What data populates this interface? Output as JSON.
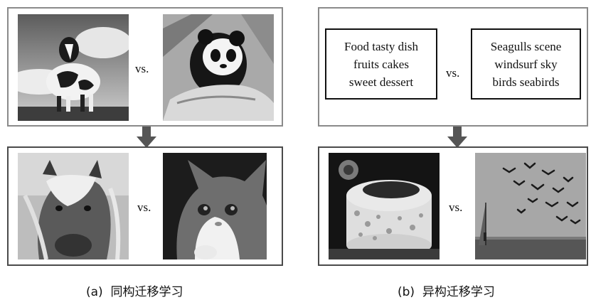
{
  "panel_a": {
    "vs_top": "vs.",
    "vs_bottom": "vs.",
    "caption_tag": "(a)",
    "caption_text": "同构迁移学习",
    "top_images": [
      "cow-photo",
      "panda-photo"
    ],
    "bottom_images": [
      "horse-photo",
      "kitten-photo"
    ]
  },
  "panel_b": {
    "source_left": [
      "Food tasty dish",
      "fruits cakes",
      "sweet dessert"
    ],
    "source_right": [
      "Seagulls scene",
      "windsurf sky",
      "birds seabirds"
    ],
    "vs_top": "vs.",
    "vs_bottom": "vs.",
    "caption_tag": "(b)",
    "caption_text": "异构迁移学习",
    "bottom_images": [
      "cake-photo",
      "seagulls-windsurf-photo"
    ]
  },
  "colors": {
    "arrow": "#555555",
    "frame_light": "#8a8a8a",
    "frame_dark": "#4a4a4a"
  }
}
